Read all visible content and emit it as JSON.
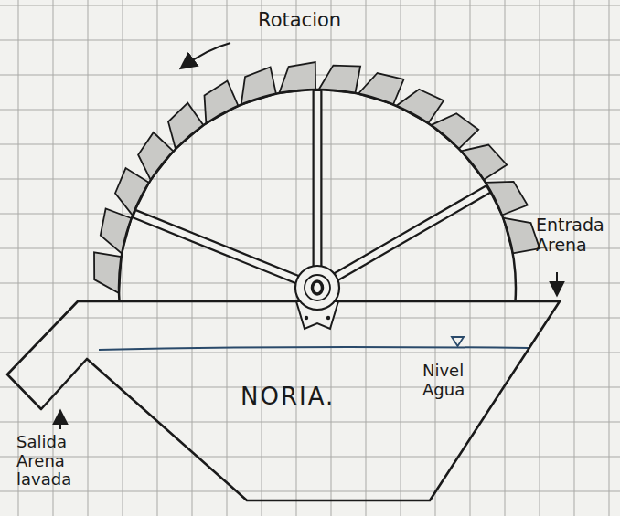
{
  "diagram": {
    "nodes": [
      {
        "text": [
          "NORIA."
        ]
      }
    ],
    "labels": [
      "Rotacion",
      "Entrada Arena",
      "Nivel Agua",
      "Salida Arena lavada"
    ]
  }
}
